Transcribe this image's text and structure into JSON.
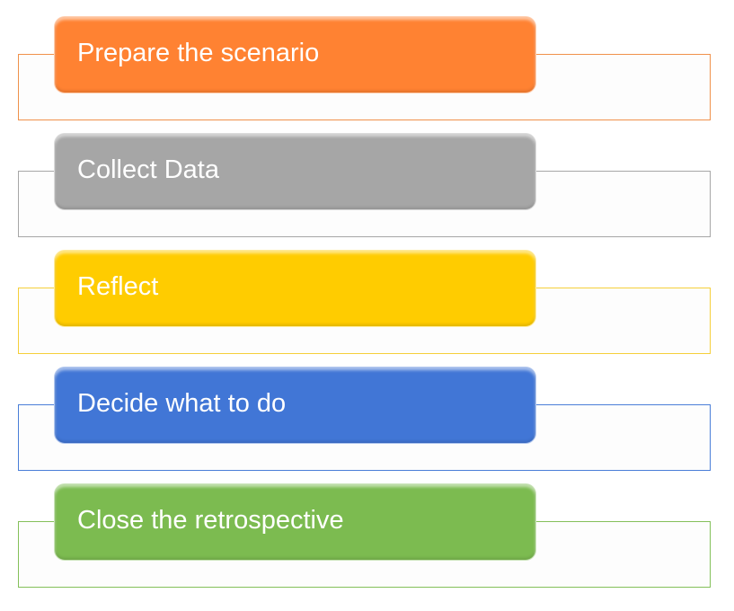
{
  "steps": [
    {
      "label": "Prepare the scenario",
      "color": "#FF8232",
      "border": "#F0914B"
    },
    {
      "label": "Collect Data",
      "color": "#A6A6A6",
      "border": "#A6A6A6"
    },
    {
      "label": "Reflect",
      "color": "#FFCC00",
      "border": "#F5CF3A"
    },
    {
      "label": "Decide what to do",
      "color": "#4176D6",
      "border": "#4A7ED8"
    },
    {
      "label": "Close the retrospective",
      "color": "#7CBB50",
      "border": "#84C05A"
    }
  ]
}
